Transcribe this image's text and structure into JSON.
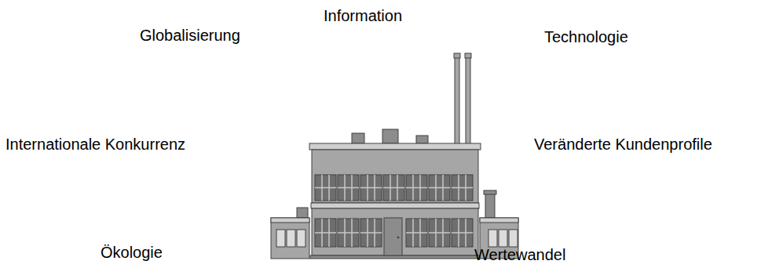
{
  "diagram": {
    "labels": [
      "Information",
      "Globalisierung",
      "Technologie",
      "Internationale Konkurrenz",
      "Veränderte Kundenprofile",
      "Ökologie",
      "Wertewandel"
    ]
  }
}
